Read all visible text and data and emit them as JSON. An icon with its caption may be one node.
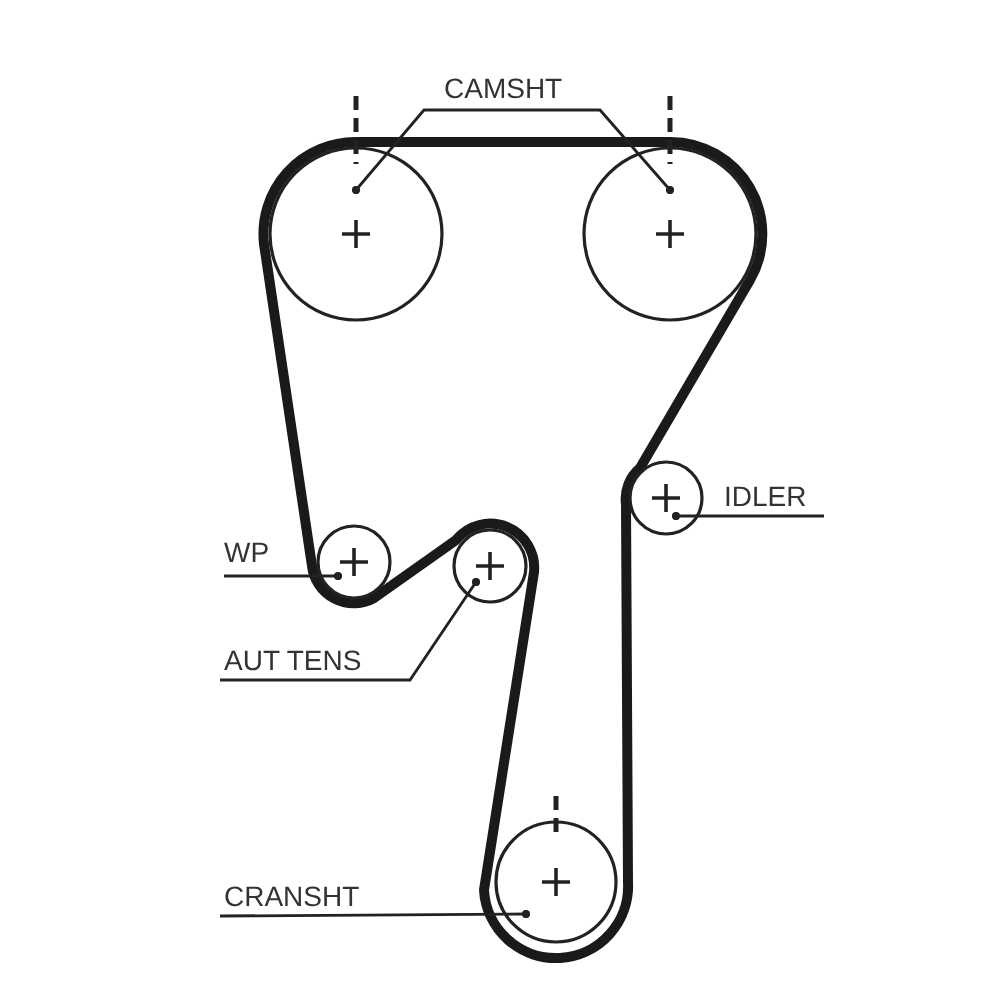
{
  "diagram": {
    "nodes": [
      {
        "text": [
          "CAMSHT"
        ]
      },
      {
        "text": [],
        "shape": "circle"
      },
      {
        "text": [],
        "shape": "circle"
      },
      {
        "text": [],
        "shape": "circle"
      },
      {
        "text": [
          "IDLER"
        ]
      },
      {
        "text": [
          "WP"
        ]
      },
      {
        "text": [],
        "shape": "circle"
      },
      {
        "text": [],
        "shape": "circle"
      },
      {
        "text": [
          "AUT TENS"
        ]
      },
      {
        "text": [],
        "shape": "circle"
      },
      {
        "text": [
          "CRANSHT"
        ]
      }
    ],
    "edges": [
      {
        "from": 0,
        "to": 1,
        "arrow": "other"
      },
      {
        "from": 0,
        "to": 2,
        "arrow": "other"
      },
      {
        "from": 4,
        "to": 3,
        "arrow": "other"
      },
      {
        "from": 5,
        "to": 6,
        "arrow": "other"
      },
      {
        "from": 8,
        "to": 7,
        "arrow": "other"
      },
      {
        "from": 10,
        "to": 9,
        "arrow": "other"
      }
    ]
  }
}
